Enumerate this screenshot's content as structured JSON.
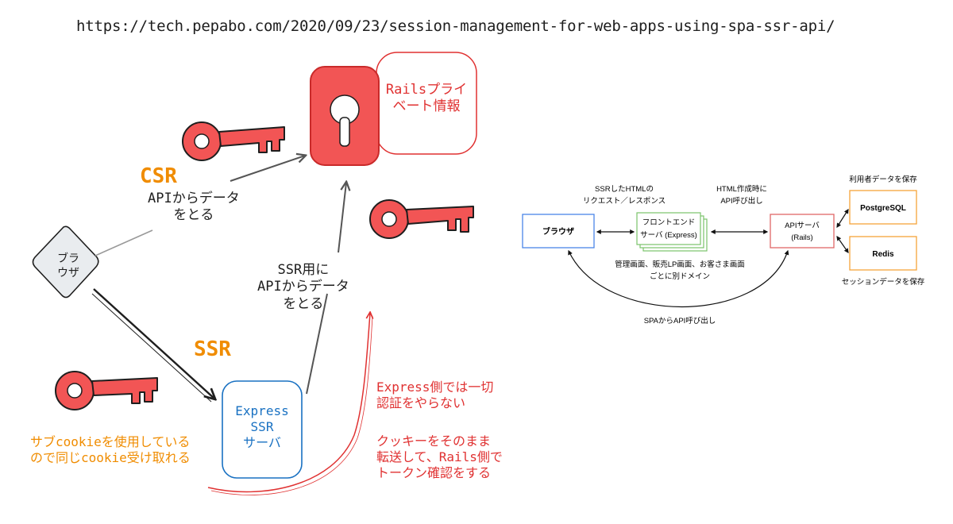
{
  "url_text": "https://tech.pepabo.com/2020/09/23/session-management-for-web-apps-using-spa-ssr-api/",
  "sketch": {
    "csr_label": "CSR",
    "csr_desc": [
      "APIからデータ",
      "をとる"
    ],
    "ssr_label": "SSR",
    "ssr_desc": [
      "SSR用に",
      "APIからデータ",
      "をとる"
    ],
    "rails_box": [
      "Railsプライ",
      "ベート情報"
    ],
    "browser": [
      "ブラ",
      "ウザ"
    ],
    "express_box": [
      "Express",
      "SSR",
      "サーバ"
    ],
    "cookie_note": [
      "サブcookieを使用している",
      "ので同じcookie受け取れる"
    ],
    "auth_note": [
      "Express側では一切",
      "認証をやらない"
    ],
    "forward_note": [
      "クッキーをそのまま",
      "転送して、Rails側で",
      "トークン確認をする"
    ]
  },
  "arch": {
    "browser": "ブラウザ",
    "frontend": [
      "フロントエンド",
      "サーバ (Express)"
    ],
    "api_server": [
      "APIサーバ",
      "(Rails)"
    ],
    "postgres": "PostgreSQL",
    "redis": "Redis",
    "ssr_label": [
      "SSRしたHTMLの",
      "リクエスト／レスポンス"
    ],
    "html_label": [
      "HTML作成時に",
      "API呼び出し"
    ],
    "user_data_label": "利用者データを保存",
    "session_label": "セッションデータを保存",
    "domain_label": [
      "管理画面、販売LP画面、お客さま画面",
      "ごとに別ドメイン"
    ],
    "spa_label": "SPAからAPI呼び出し"
  },
  "colors": {
    "red": "#e03131",
    "red_fill": "#f25555",
    "orange": "#f08c00",
    "blue": "#1971c2",
    "arch_blue": "#4a86e8",
    "arch_green": "#7ac36a",
    "arch_red": "#e06666",
    "arch_orange": "#f6a33a"
  },
  "icons": [
    "key-icon",
    "keyhole-lock-icon"
  ]
}
